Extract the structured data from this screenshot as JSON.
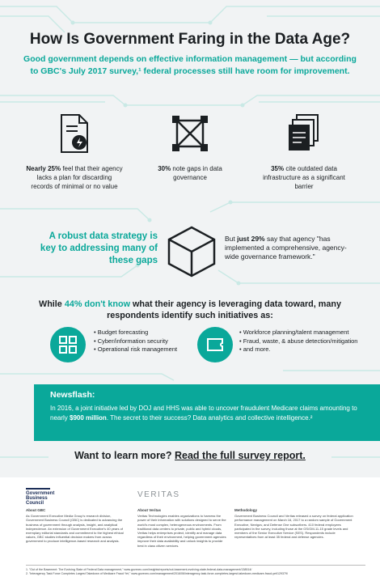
{
  "header": {
    "title": "How Is Government Faring in the Data Age?",
    "intro": "Good government depends on effective information management — but according to GBC's July 2017 survey,¹ federal processes still have room for improvement."
  },
  "stats": [
    {
      "icon": "document-warning-icon",
      "bold": "Nearly 25%",
      "text": " feel that their agency lacks a plan for discarding records of minimal or no value"
    },
    {
      "icon": "crossed-box-icon",
      "bold": "30%",
      "text": " note gaps in data governance"
    },
    {
      "icon": "stacked-files-icon",
      "bold": "35%",
      "text": " cite outdated data infrastructure as a significant barrier"
    }
  ],
  "strategy": {
    "headline": "A robust data strategy is key to addressing many of these gaps",
    "gov_prefix": "But ",
    "gov_bold": "just 29%",
    "gov_text": " say that agency \"has implemented a comprehensive, agency-wide governance framework.\""
  },
  "initiatives": {
    "head_prefix": "While ",
    "head_accent": "44% don't know",
    "head_rest": " what their agency is leveraging data toward, many respondents identify such initiatives as:",
    "left_items": [
      "Budget forecasting",
      "Cyber/information security",
      "Operational risk management"
    ],
    "right_items": [
      "Workforce planning/talent management",
      "Fraud, waste, & abuse detection/mitigation",
      "and more."
    ]
  },
  "newsflash": {
    "title": "Newsflash:",
    "body_a": "In 2016, a joint initiative led by DOJ and HHS was able to uncover fraudulent Medicare claims amounting to nearly ",
    "body_bold": "$900 million",
    "body_b": ". The secret to their success? Data analytics and collective intelligence.²"
  },
  "learn_more": {
    "prefix": "Want to learn more? ",
    "link": "Read the full survey report."
  },
  "footer": {
    "gbc_logo": "Government Business Council",
    "veritas_logo": "VERITAS",
    "about_gbc_title": "About GBC",
    "about_gbc_text": "As Government Executive Media Group's research division, Government Business Council (GBC) is dedicated to advancing the business of government through analysis, insight, and analytical independence. An extension of Government Executive's 40 years of exemplary editorial standards and commitment to the highest ethical values, GBC studies influential decision makers from across government to produce intelligence-based research and analysis.",
    "about_veritas_title": "About Veritas",
    "about_veritas_text": "Veritas Technologies enables organizations to harness the power of their information with solutions designed to serve the world's most complex, heterogeneous environments. From traditional data centers to private, public and hybrid clouds, Veritas helps enterprises protect, identify and manage data regardless of their environment, helping government agencies improve their data availability and unlock insights to provide best in class citizen services.",
    "method_title": "Methodology",
    "method_text": "Government Business Council and Veritas released a survey on federal application performance management on March 16, 2017 to a random sample of Government Executive, Nextgov, and Defense One subscribers. 410 federal employees participated in the survey, including those at the GS/GM-11-15 grade levels and members of the Senior Executive Service (SES). Respondents include representatives from at least 35 federal and defense agencies.",
    "footnote_1": "1. \"Out of the Basement: The Evolving State of Federal Data management,\" www.govexec.com/insights/reports/out-basement-evolving-state-federal-data-management/138514/",
    "footnote_2": "2. \"Interagency Task Force Completes Largest Takedown of Medicare Fraud Yet,\" www.govexec.com/management/2016/06/interagency-task-force-completes-largest-takedown-medicare-fraud-yet/129379/"
  },
  "colors": {
    "accent": "#0aa89a",
    "text": "#1b1f22",
    "background": "#f1f3f4",
    "navy": "#1c2e58"
  }
}
